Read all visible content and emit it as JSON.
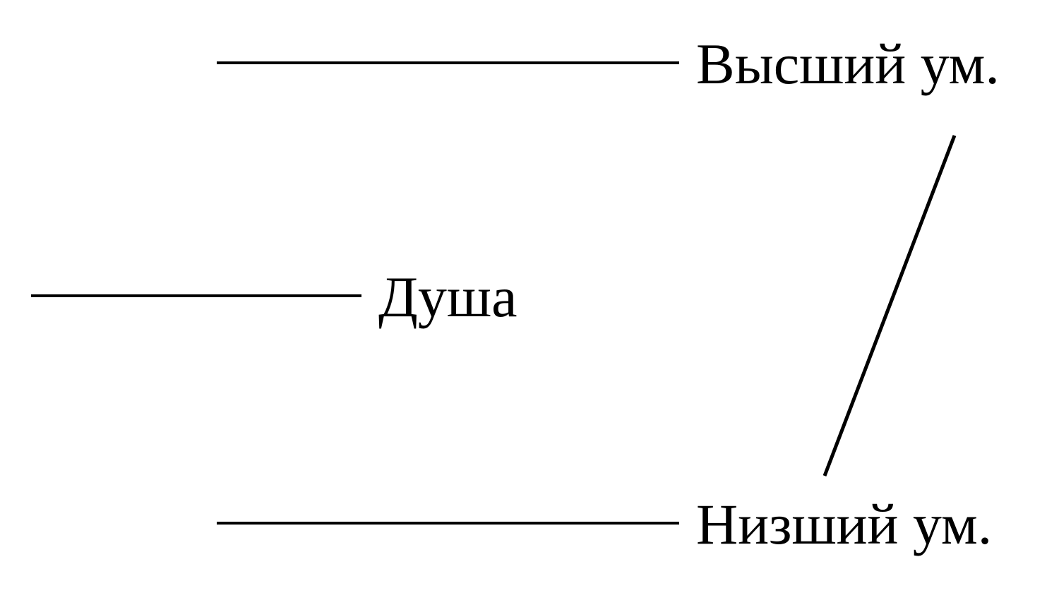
{
  "diagram": {
    "nodes": {
      "higher_mind": "Высший ум.",
      "soul": "Душа",
      "lower_mind": "Низший ум."
    },
    "edges": [
      {
        "from": "higher_mind",
        "to": "lower_mind",
        "type": "diagonal-connector"
      }
    ],
    "colors": {
      "line": "#000000",
      "text": "#000000",
      "background": "#ffffff"
    }
  }
}
